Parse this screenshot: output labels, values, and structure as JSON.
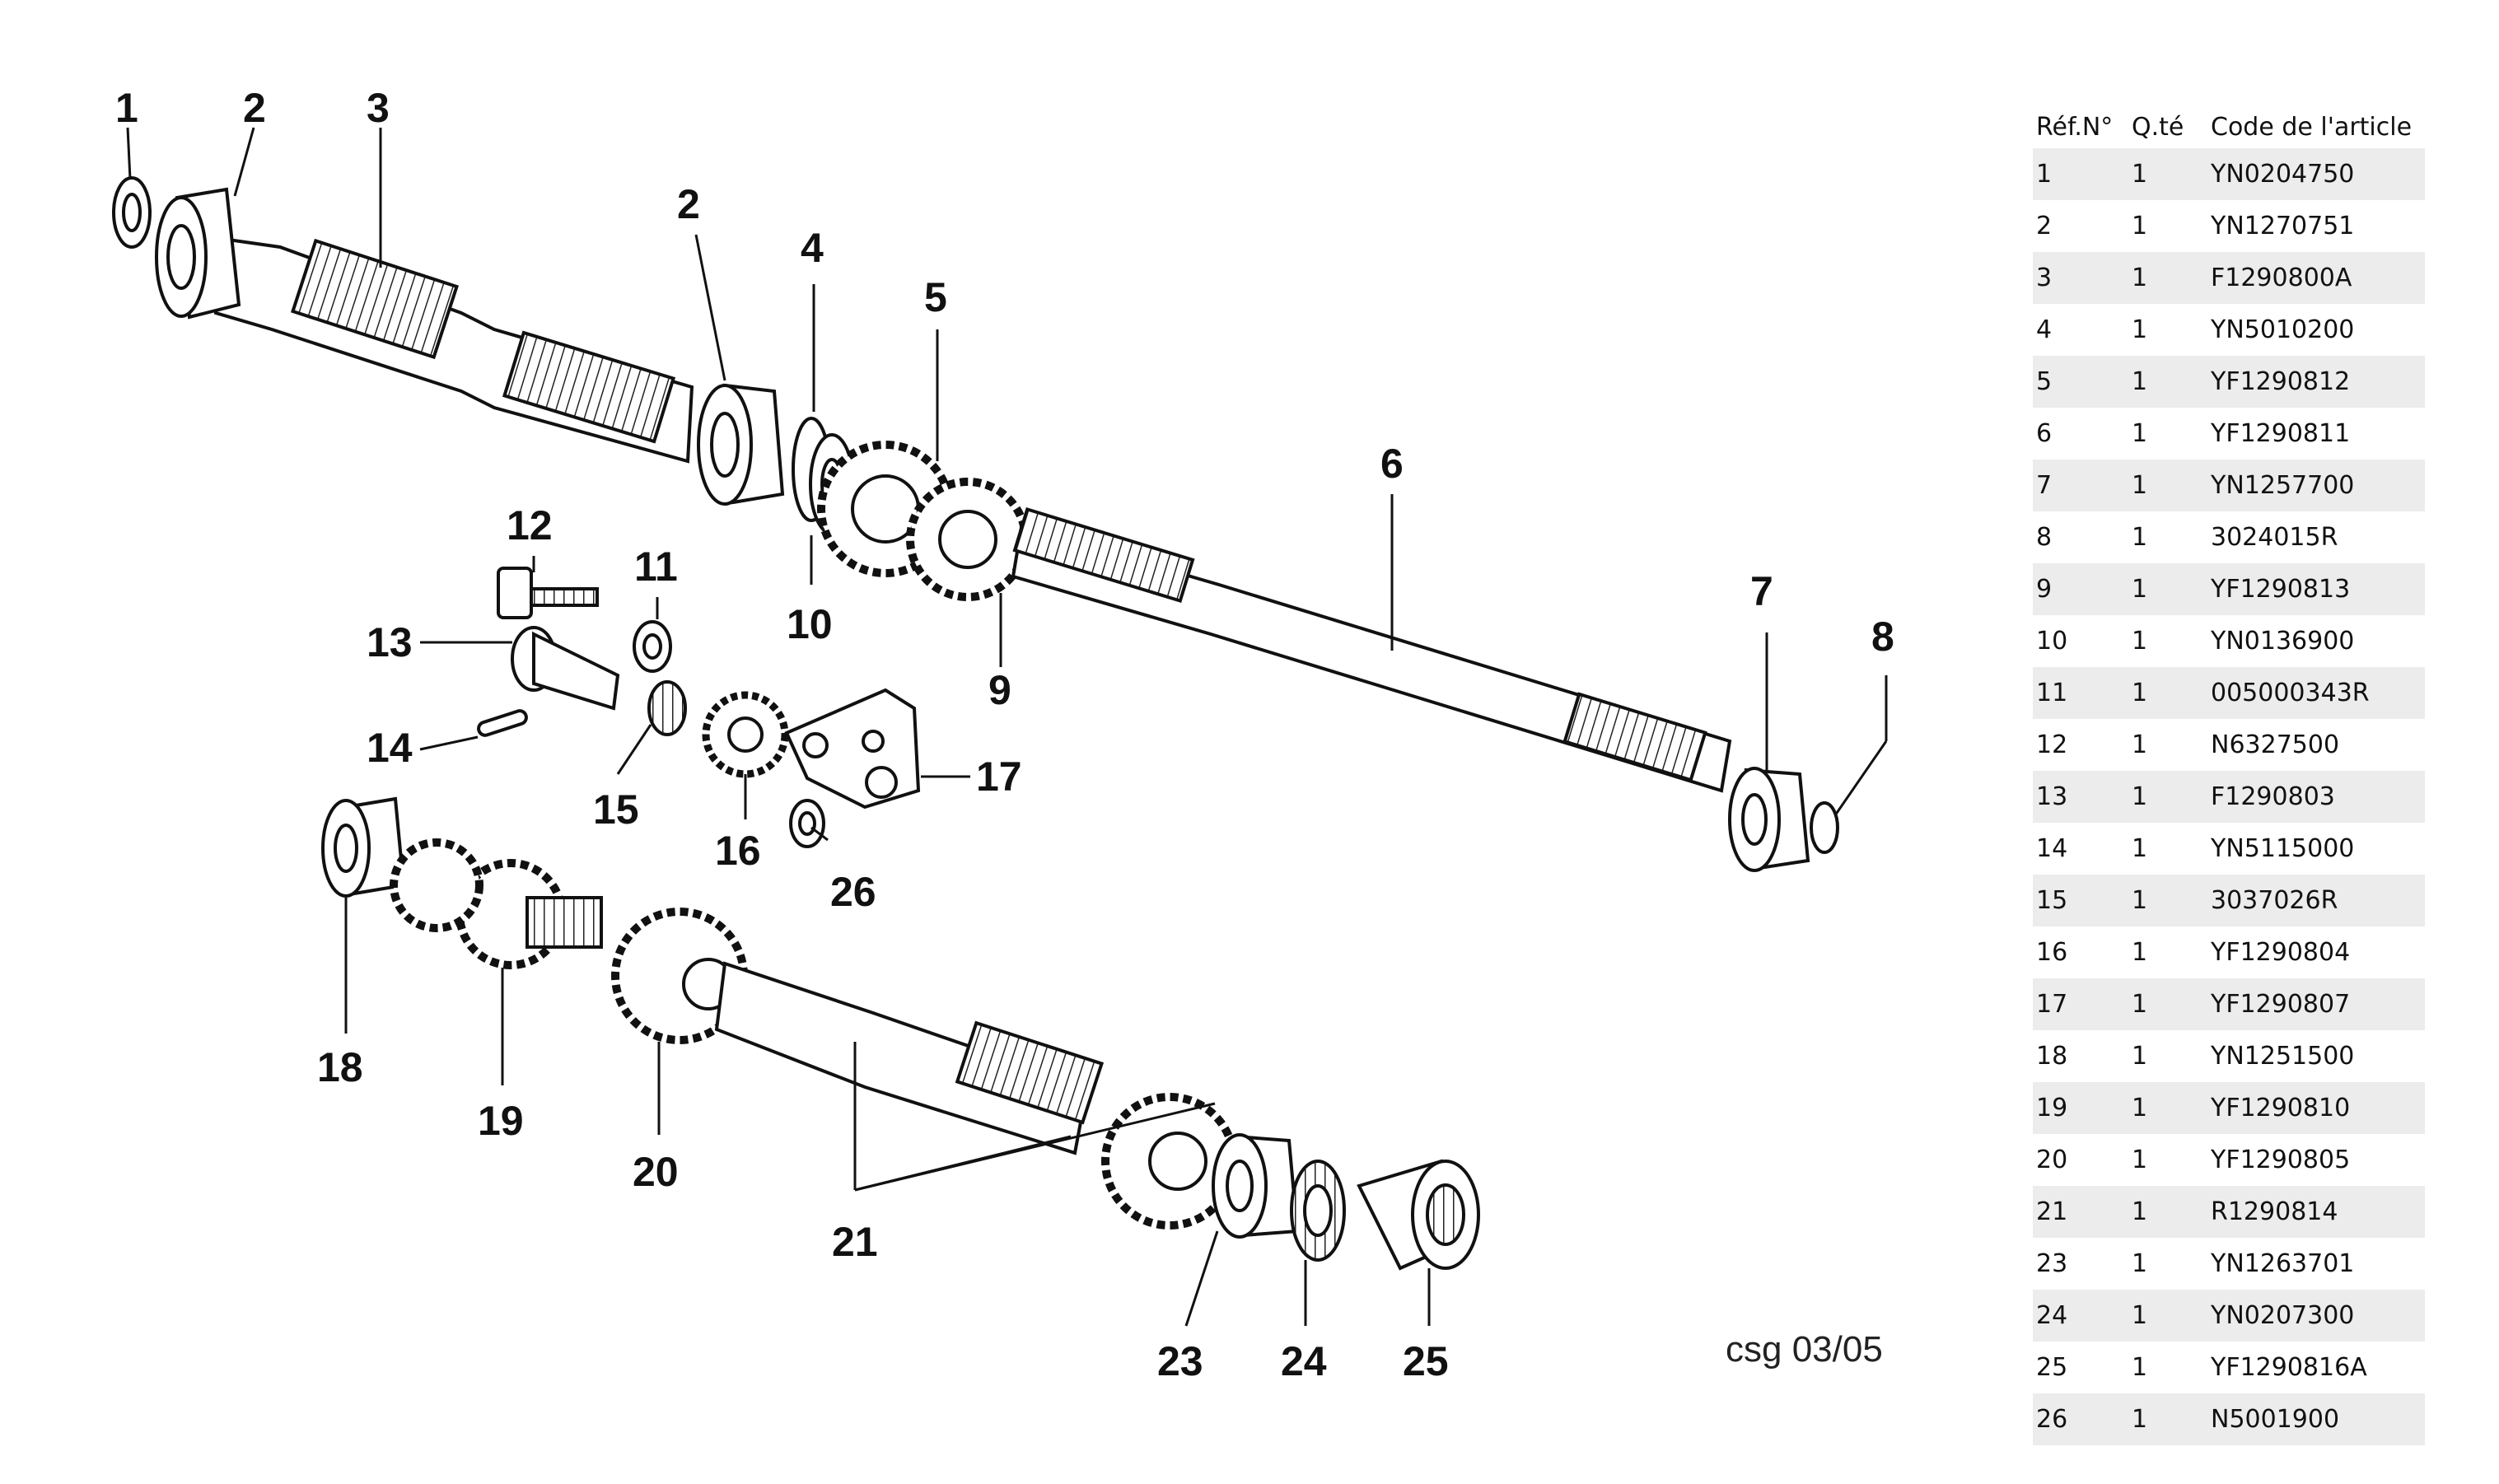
{
  "callouts": [
    "1",
    "2",
    "3",
    "2",
    "4",
    "5",
    "6",
    "12",
    "11",
    "13",
    "10",
    "9",
    "7",
    "8",
    "14",
    "15",
    "16",
    "17",
    "26",
    "18",
    "19",
    "20",
    "21",
    "23",
    "24",
    "25"
  ],
  "footer_note": "csg 03/05",
  "parts_table": {
    "headers": {
      "ref": "Réf.N°",
      "qty": "Q.té",
      "code": "Code de l'article"
    },
    "rows": [
      {
        "ref": "1",
        "qty": "1",
        "code": "YN0204750"
      },
      {
        "ref": "2",
        "qty": "1",
        "code": "YN1270751"
      },
      {
        "ref": "3",
        "qty": "1",
        "code": "F1290800A"
      },
      {
        "ref": "4",
        "qty": "1",
        "code": "YN5010200"
      },
      {
        "ref": "5",
        "qty": "1",
        "code": "YF1290812"
      },
      {
        "ref": "6",
        "qty": "1",
        "code": "YF1290811"
      },
      {
        "ref": "7",
        "qty": "1",
        "code": "YN1257700"
      },
      {
        "ref": "8",
        "qty": "1",
        "code": "3024015R"
      },
      {
        "ref": "9",
        "qty": "1",
        "code": "YF1290813"
      },
      {
        "ref": "10",
        "qty": "1",
        "code": "YN0136900"
      },
      {
        "ref": "11",
        "qty": "1",
        "code": "005000343R"
      },
      {
        "ref": "12",
        "qty": "1",
        "code": "N6327500"
      },
      {
        "ref": "13",
        "qty": "1",
        "code": "F1290803"
      },
      {
        "ref": "14",
        "qty": "1",
        "code": "YN5115000"
      },
      {
        "ref": "15",
        "qty": "1",
        "code": "3037026R"
      },
      {
        "ref": "16",
        "qty": "1",
        "code": "YF1290804"
      },
      {
        "ref": "17",
        "qty": "1",
        "code": "YF1290807"
      },
      {
        "ref": "18",
        "qty": "1",
        "code": "YN1251500"
      },
      {
        "ref": "19",
        "qty": "1",
        "code": "YF1290810"
      },
      {
        "ref": "20",
        "qty": "1",
        "code": "YF1290805"
      },
      {
        "ref": "21",
        "qty": "1",
        "code": "R1290814"
      },
      {
        "ref": "23",
        "qty": "1",
        "code": "YN1263701"
      },
      {
        "ref": "24",
        "qty": "1",
        "code": "YN0207300"
      },
      {
        "ref": "25",
        "qty": "1",
        "code": "YF1290816A"
      },
      {
        "ref": "26",
        "qty": "1",
        "code": "N5001900"
      }
    ]
  }
}
